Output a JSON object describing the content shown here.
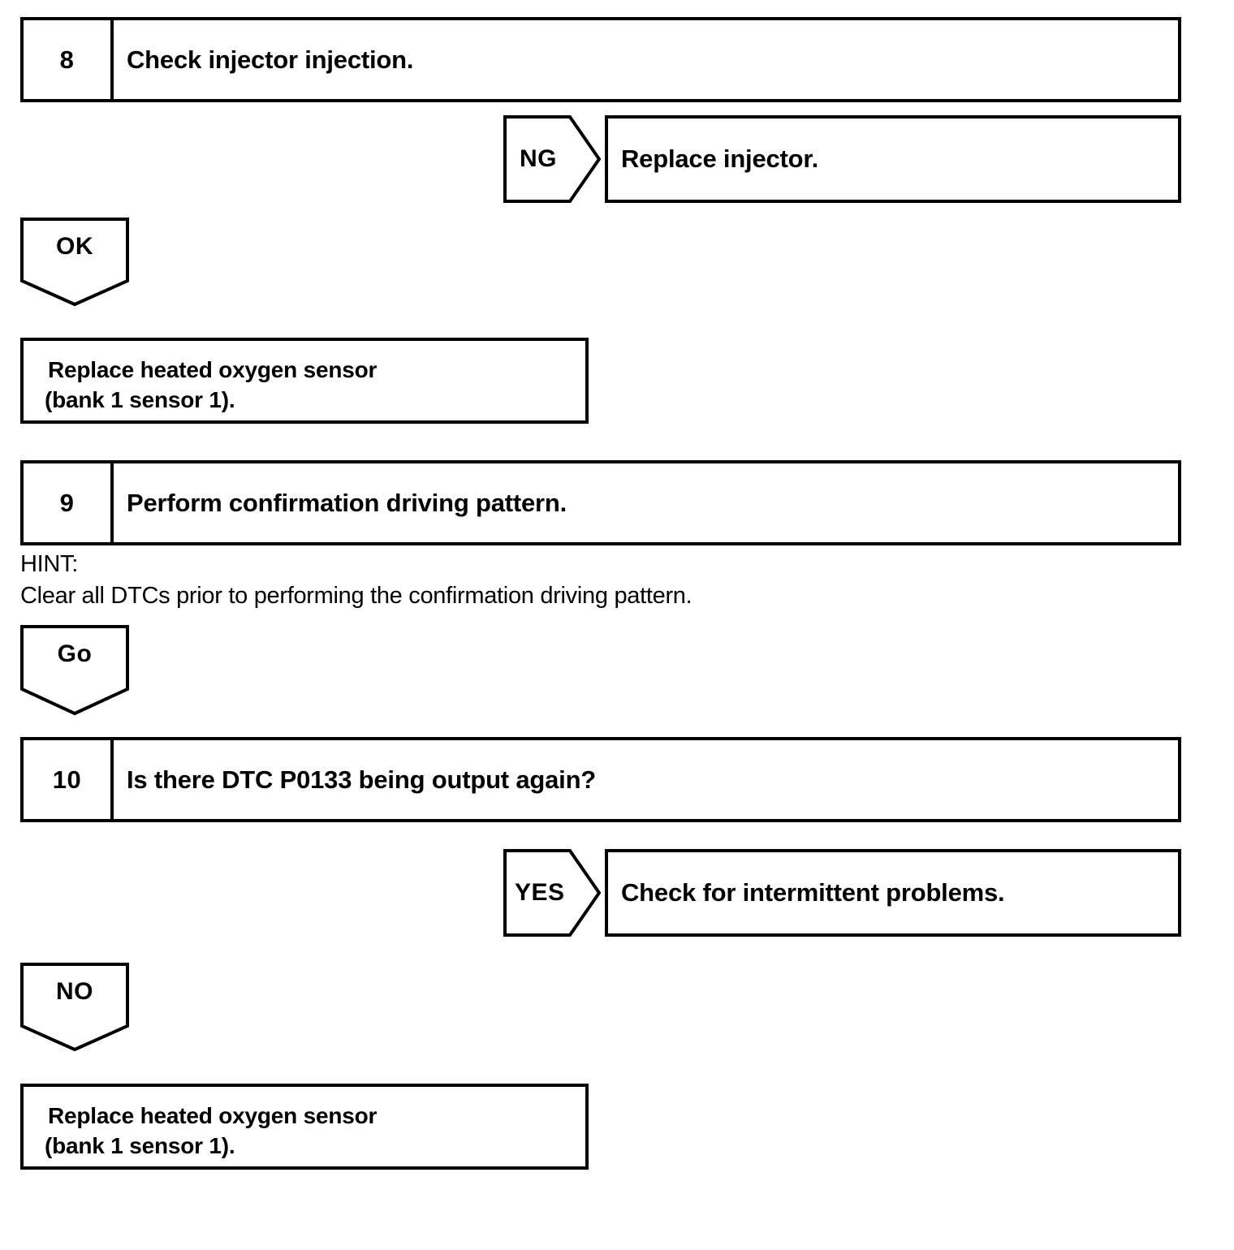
{
  "document": {
    "type": "diagnostic-flowchart",
    "title": "DTC P0133 diagnostic troubleshooting steps 8-10"
  },
  "steps": [
    {
      "number": "8",
      "title": "Check injector injection.",
      "branch": {
        "label": "NG",
        "result": "Replace injector."
      },
      "pass": {
        "label": "OK",
        "result_line1": "Replace heated oxygen sensor",
        "result_line2": "(bank 1 sensor 1)."
      }
    },
    {
      "number": "9",
      "title": "Perform confirmation driving pattern.",
      "hint_label": "HINT:",
      "hint_text": "Clear all DTCs prior to performing the confirmation driving pattern.",
      "pass": {
        "label": "Go"
      }
    },
    {
      "number": "10",
      "title": "Is there DTC P0133 being output again?",
      "branch": {
        "label": "YES",
        "result": "Check for intermittent problems."
      },
      "pass": {
        "label": "NO",
        "result_line1": "Replace heated oxygen sensor",
        "result_line2": "(bank 1 sensor 1)."
      }
    }
  ],
  "colors": {
    "stroke": "#000000",
    "background": "#ffffff",
    "text": "#000000"
  }
}
